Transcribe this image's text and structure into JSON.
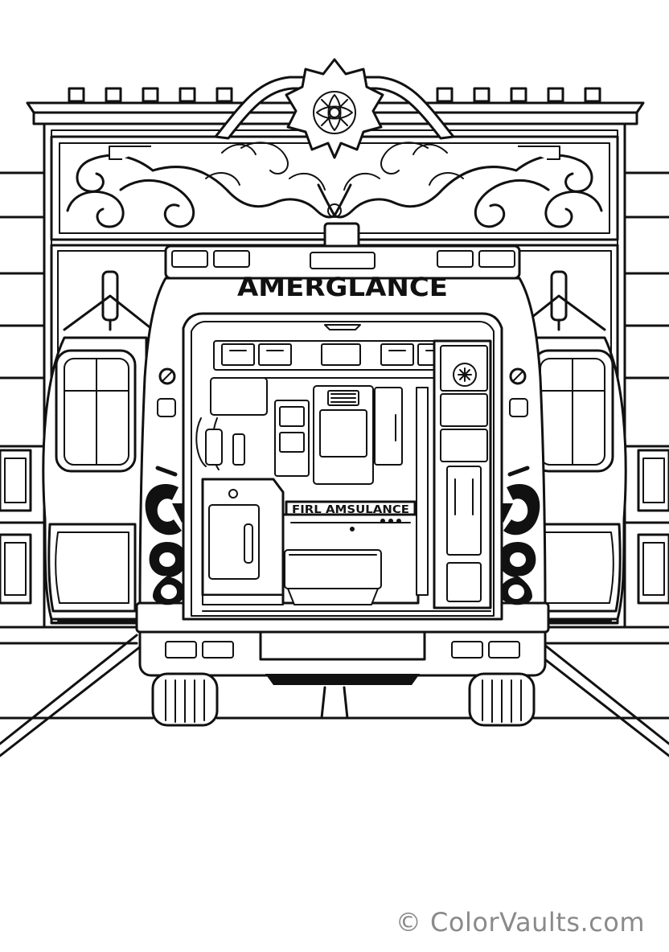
{
  "ambulance": {
    "roof_sign": "AMERGLANCE",
    "interior_panel_sign": "FIRL AMSULANCE"
  },
  "watermark": {
    "text": "© ColorVaults.com"
  },
  "colors": {
    "ink": "#111111",
    "paper": "#ffffff",
    "watermark": "#8a8a8a"
  }
}
